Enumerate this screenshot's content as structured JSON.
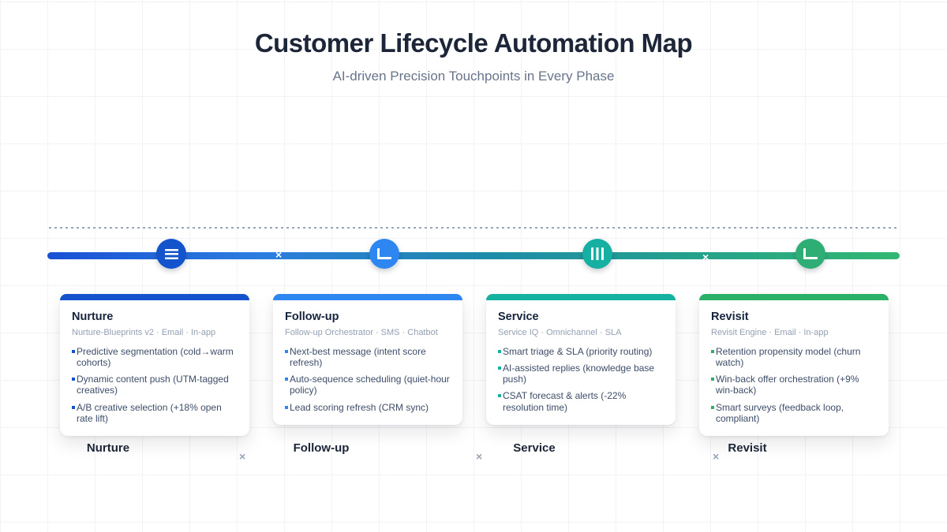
{
  "title": "Customer Lifecycle Automation Map",
  "subtitle": "AI-driven Precision Touchpoints in Every Phase",
  "timeline": {
    "gradient": [
      "#1a51d4",
      "#2b7de0",
      "#1f8aab",
      "#23a18c",
      "#32b871"
    ],
    "cross_glyph": "×",
    "nodes": [
      {
        "icon": "menu-lines-icon",
        "color": "#1353cb"
      },
      {
        "icon": "clock-hands-icon",
        "color": "#2e86f0"
      },
      {
        "icon": "columns-icon",
        "color": "#16b0a2"
      },
      {
        "icon": "clock-hands-icon",
        "color": "#2eae74"
      }
    ]
  },
  "decorations": {
    "scatter_glyph": "×"
  },
  "phases": [
    {
      "label": "Nurture",
      "card_title": "Nurture",
      "card_subtitle": "Nurture-Blueprints v2 · Email · In-app",
      "accent": "#1552cc",
      "bullets": [
        "Predictive segmentation (cold→warm cohorts)",
        "Dynamic content push (UTM-tagged creatives)",
        "A/B creative selection (+18% open rate lift)"
      ]
    },
    {
      "label": "Follow-up",
      "card_title": "Follow-up",
      "card_subtitle": "Follow-up Orchestrator · SMS · Chatbot",
      "accent": "#2e86f0",
      "bullets": [
        "Next-best message (intent score refresh)",
        "Auto-sequence scheduling (quiet-hour policy)",
        "Lead scoring refresh (CRM sync)"
      ]
    },
    {
      "label": "Service",
      "card_title": "Service",
      "card_subtitle": "Service IQ · Omnichannel · SLA",
      "accent": "#15b2a2",
      "bullets": [
        "Smart triage & SLA (priority routing)",
        "AI-assisted replies (knowledge base push)",
        "CSAT forecast & alerts (-22% resolution time)"
      ]
    },
    {
      "label": "Revisit",
      "card_title": "Revisit",
      "card_subtitle": "Revisit Engine · Email · In-app",
      "accent": "#2bb167",
      "bullets": [
        "Retention propensity model (churn watch)",
        "Win-back offer orchestration (+9% win-back)",
        "Smart surveys (feedback loop, compliant)"
      ]
    }
  ]
}
